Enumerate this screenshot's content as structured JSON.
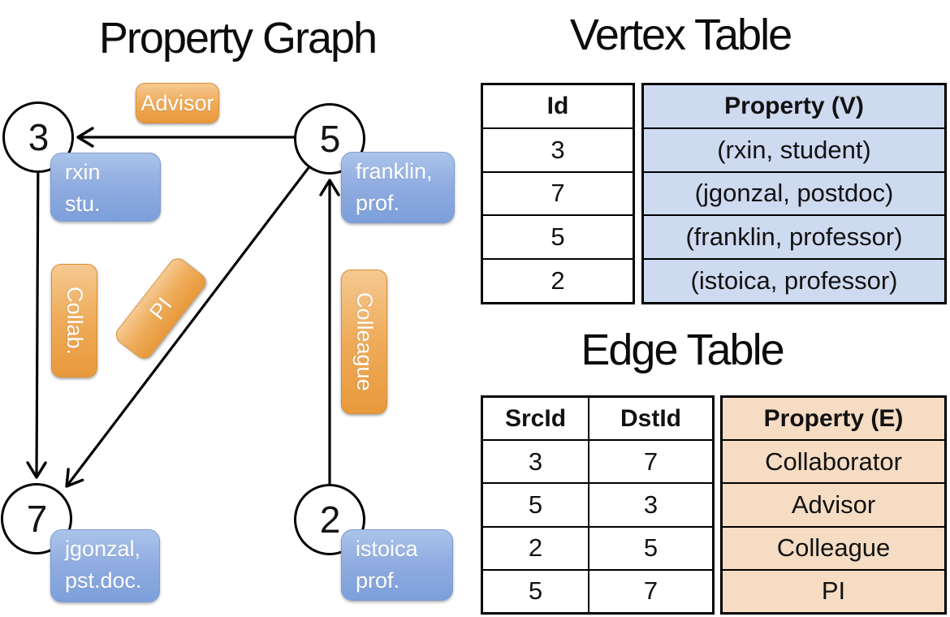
{
  "graph": {
    "title": "Property Graph",
    "nodes": {
      "n3": {
        "id": "3",
        "property": "rxin\nstu."
      },
      "n5": {
        "id": "5",
        "property": "franklin,\nprof."
      },
      "n7": {
        "id": "7",
        "property": "jgonzal,\npst.doc."
      },
      "n2": {
        "id": "2",
        "property": "istoica\nprof."
      }
    },
    "edge_labels": {
      "advisor": "Advisor",
      "collab": "Collab.",
      "pi": "PI",
      "colleague": "Colleague"
    }
  },
  "vertex_table": {
    "title": "Vertex Table",
    "col_id": "Id",
    "col_property": "Property (V)",
    "rows": [
      {
        "id": "3",
        "property": "(rxin, student)"
      },
      {
        "id": "7",
        "property": "(jgonzal, postdoc)"
      },
      {
        "id": "5",
        "property": "(franklin, professor)"
      },
      {
        "id": "2",
        "property": "(istoica, professor)"
      }
    ]
  },
  "edge_table": {
    "title": "Edge Table",
    "col_src": "SrcId",
    "col_dst": "DstId",
    "col_property": "Property (E)",
    "rows": [
      {
        "src": "3",
        "dst": "7",
        "property": "Collaborator"
      },
      {
        "src": "5",
        "dst": "3",
        "property": "Advisor"
      },
      {
        "src": "2",
        "dst": "5",
        "property": "Colleague"
      },
      {
        "src": "5",
        "dst": "7",
        "property": "PI"
      }
    ]
  },
  "colors": {
    "edge_label_orange": "#EA9C3E",
    "vertex_property_blue": "#7FA1DB",
    "vertex_table_fill": "#CEDAF0",
    "edge_table_fill": "#F5DCC2",
    "line_black": "#000000"
  }
}
